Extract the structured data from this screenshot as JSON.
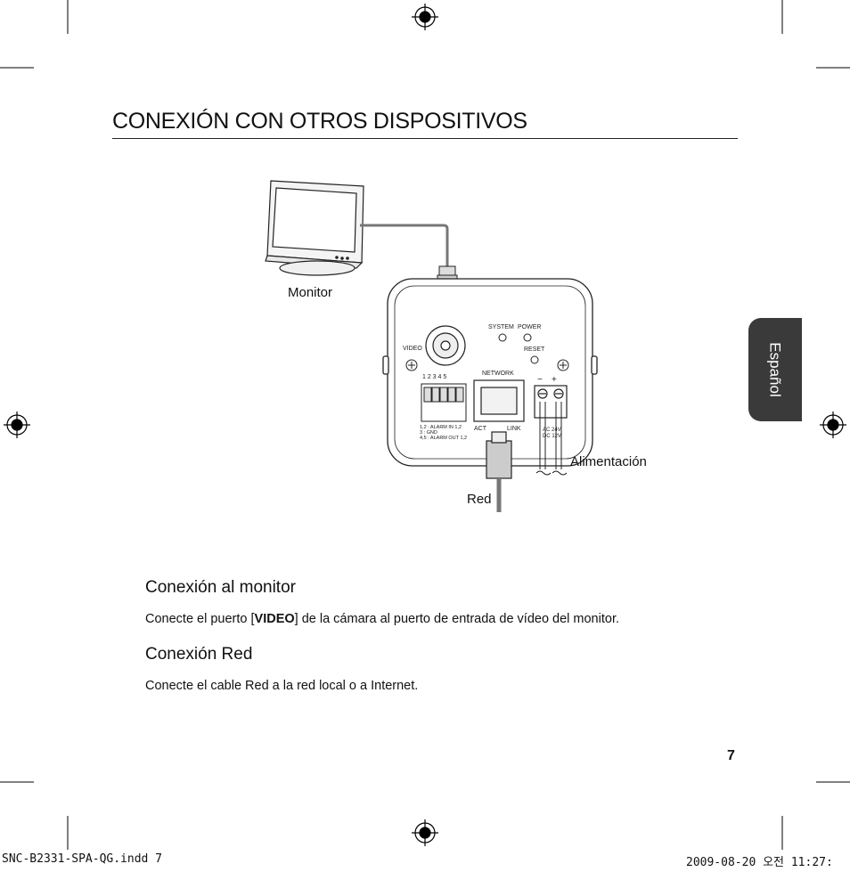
{
  "page": {
    "title": "CONEXIÓN CON OTROS DISPOSITIVOS",
    "language_tab": "Español",
    "page_number": "7",
    "slug_left": "SNC-B2331-SPA-QG.indd   7",
    "slug_right": "2009-08-20   오전 11:27:"
  },
  "diagram": {
    "labels": {
      "monitor": "Monitor",
      "power": "Alimentación",
      "network": "Red"
    },
    "panel_text": {
      "video": "VIDEO",
      "system": "SYSTEM",
      "power": "POWER",
      "reset": "RESET",
      "network": "NETWORK",
      "terminal_numbers": "1  2  3  4  5",
      "terminal_legend_1": "1,2 : ALARM IN 1,2",
      "terminal_legend_2": "3     : GND",
      "terminal_legend_3": "4,5 : ALARM OUT 1,2",
      "act": "ACT",
      "link": "LINK",
      "minus": "−",
      "plus": "+",
      "ac": "AC 24V",
      "dc": "DC 12V"
    }
  },
  "sections": [
    {
      "heading": "Conexión al monitor",
      "text_before": "Conecte el puerto [",
      "text_bold": "VIDEO",
      "text_after": "] de la cámara al puerto de entrada de vídeo del monitor."
    },
    {
      "heading": "Conexión Red",
      "text": "Conecte el cable Red a la red local o a Internet."
    }
  ]
}
